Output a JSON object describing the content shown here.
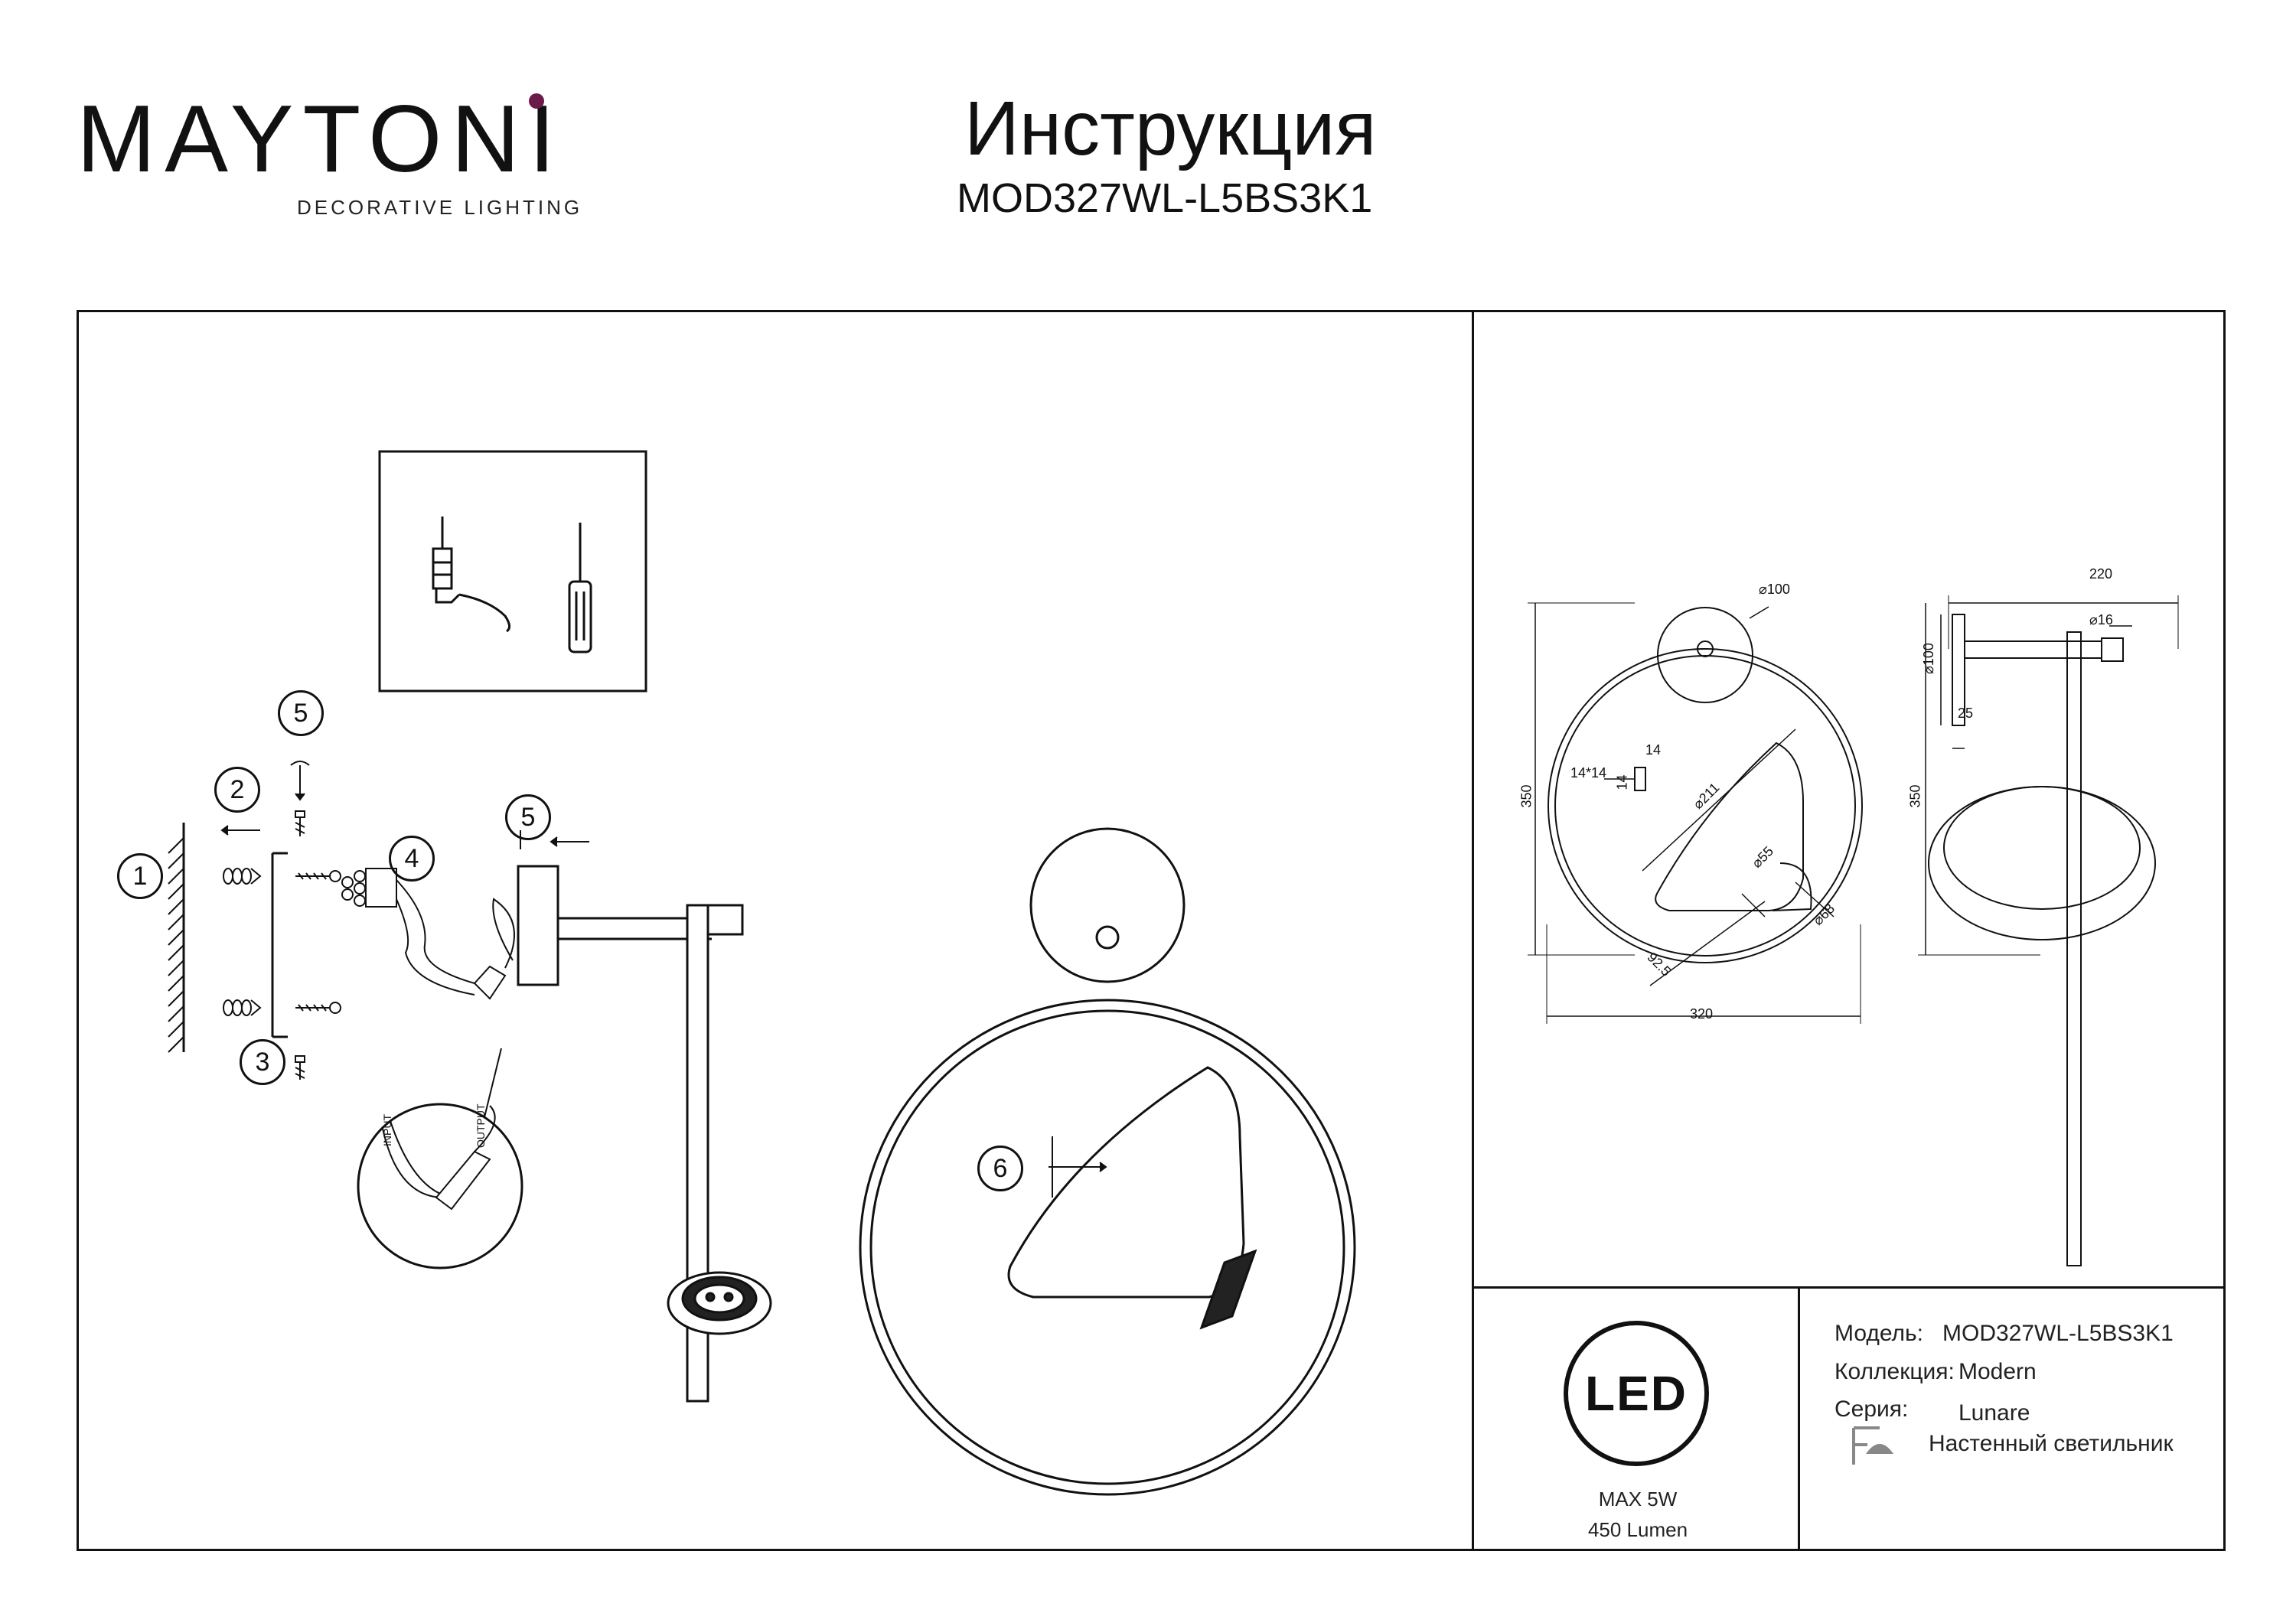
{
  "header": {
    "brand": "MAYTONI",
    "tagline": "DECORATIVE LIGHTING",
    "title": "Инструкция",
    "model": "MOD327WL-L5BS3K1"
  },
  "assembly": {
    "callouts": [
      "1",
      "2",
      "3",
      "4",
      "5",
      "5",
      "6"
    ],
    "wire_labels": {
      "input": "INPUT",
      "output": "OUTPUT"
    }
  },
  "dimensions": {
    "front": {
      "d100": "⌀100",
      "height": "350",
      "sq": "14*14",
      "s14a": "14",
      "s14b": "14",
      "d211": "⌀211",
      "d55": "⌀55",
      "d68": "⌀68",
      "r925": "92.5",
      "width": "320"
    },
    "side": {
      "width": "220",
      "d16": "⌀16",
      "d100": "⌀100",
      "height": "350",
      "depth": "25"
    }
  },
  "spec": {
    "led_badge": "LED",
    "power": "MAX 5W",
    "lumen": "450 Lumen",
    "model_label": "Модель:",
    "model_value": "MOD327WL-L5BS3K1",
    "collection_label": "Коллекция:",
    "collection_value": "Modern",
    "series_label": "Серия:",
    "series_value": "Lunare",
    "type_value": "Настенный светильник"
  },
  "colors": {
    "line": "#111111",
    "accent": "#6b1a4a"
  }
}
